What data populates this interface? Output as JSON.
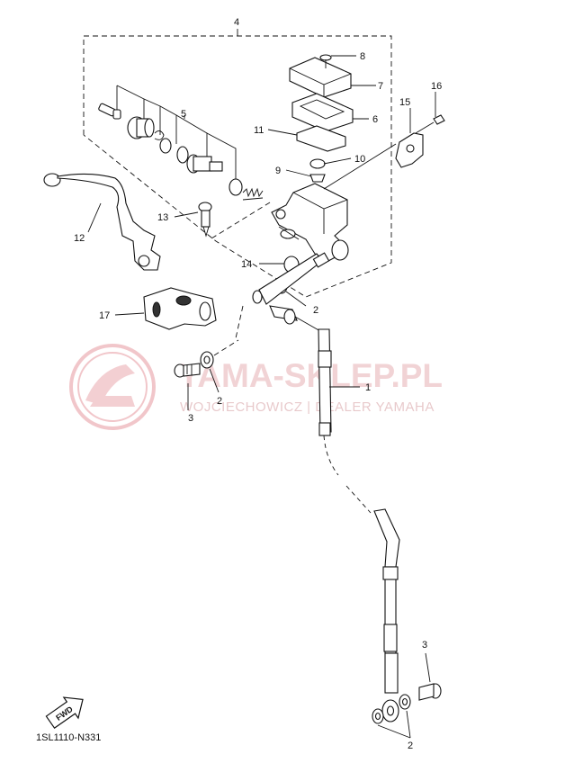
{
  "callouts": {
    "n1": "1",
    "n2a": "2",
    "n2b": "2",
    "n2c": "2",
    "n3a": "3",
    "n3b": "3",
    "n4": "4",
    "n5": "5",
    "n6": "6",
    "n7": "7",
    "n8": "8",
    "n9": "9",
    "n10": "10",
    "n11": "11",
    "n12": "12",
    "n13": "13",
    "n14": "14",
    "n15": "15",
    "n16": "16",
    "n17": "17"
  },
  "diagram_code": "1SL1110-N331",
  "fwd_label": "FWD",
  "watermark": {
    "title": "YAMA-SKLEP.PL",
    "subtitle": "WOJCIECHOWICZ | DEALER YAMAHA"
  }
}
